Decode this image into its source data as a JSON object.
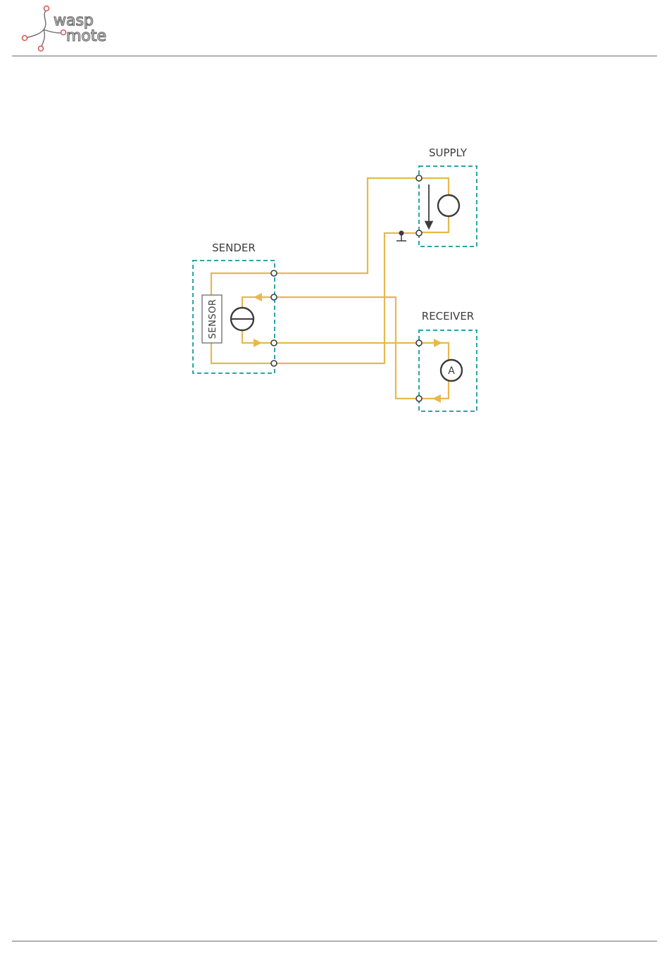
{
  "logo": {
    "line1": "wasp",
    "line2": "mote"
  },
  "diagram": {
    "blocks": {
      "supply": "SUPPLY",
      "sender": "SENDER",
      "receiver": "RECEIVER",
      "sensor": "SENSOR"
    },
    "meter_symbol": "A"
  },
  "colors": {
    "wire": "#e6b84f",
    "box_border": "#2ba5a8",
    "component": "#3c3c3c",
    "logo_accent": "#d9534f"
  }
}
